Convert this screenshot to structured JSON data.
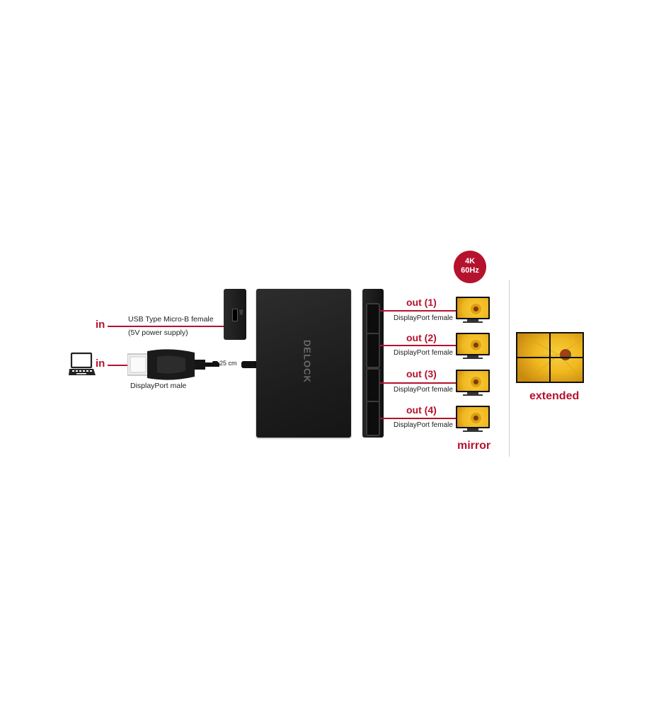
{
  "badge": {
    "line1": "4K",
    "line2": "60Hz",
    "color": "#b5122d"
  },
  "inputs": {
    "in_label": "in",
    "usb": {
      "line1": "USB Type Micro-B female",
      "line2": "(5V power supply)",
      "port_text": "5V"
    },
    "displayport": {
      "label": "DisplayPort male"
    }
  },
  "cable_length": "25 cm",
  "device": {
    "brand": "DELOCK"
  },
  "outputs": [
    {
      "label": "out (1)",
      "sub": "DisplayPort female"
    },
    {
      "label": "out (2)",
      "sub": "DisplayPort female"
    },
    {
      "label": "out (3)",
      "sub": "DisplayPort female"
    },
    {
      "label": "out (4)",
      "sub": "DisplayPort female"
    }
  ],
  "modes": {
    "mirror": "mirror",
    "extended": "extended"
  },
  "colors": {
    "accent": "#b5122d",
    "device": "#1c1c1c"
  },
  "icons": [
    "laptop-icon",
    "monitor-icon"
  ]
}
